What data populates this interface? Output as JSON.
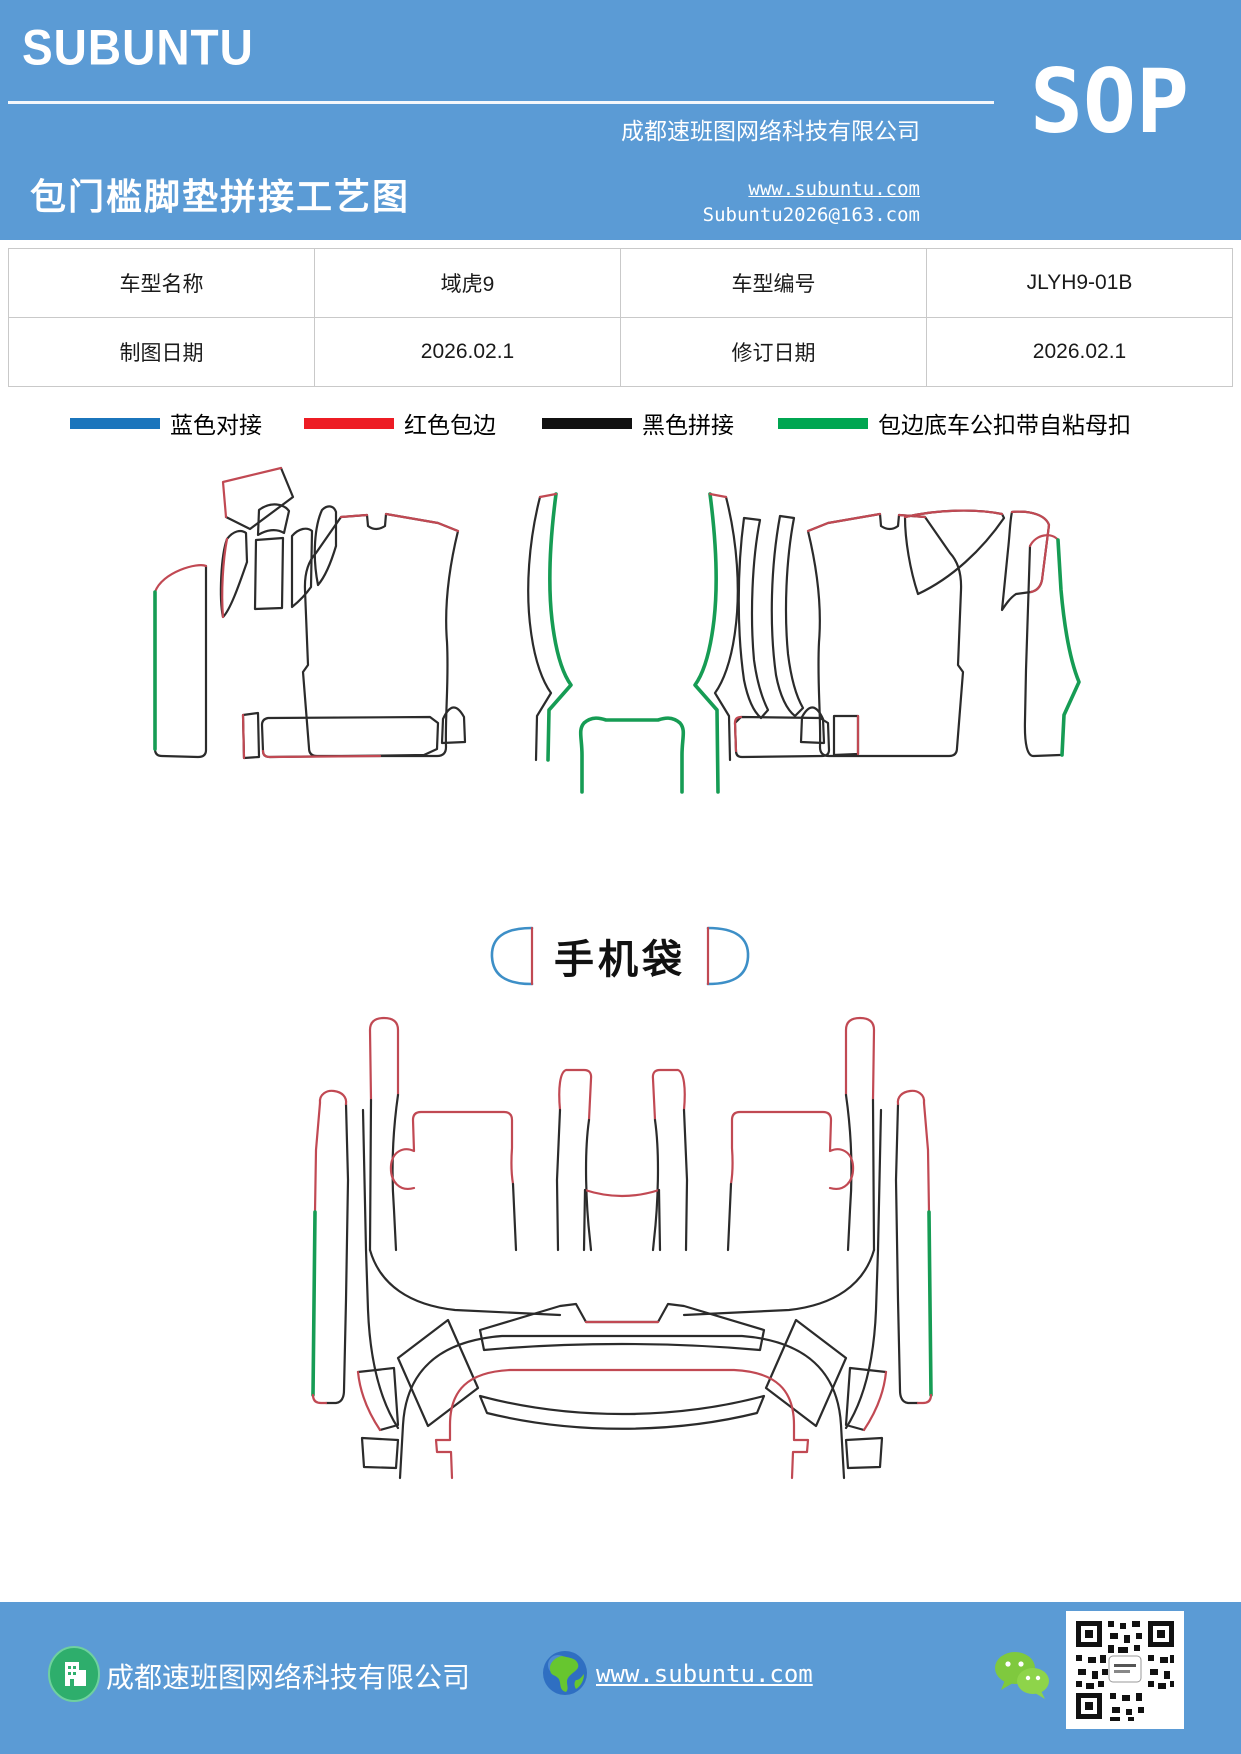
{
  "header": {
    "logo": "SUBUNTU",
    "sop": "SOP",
    "company": "成都速班图网络科技有限公司",
    "title": "包门槛脚垫拼接工艺图",
    "website": "www.subuntu.com",
    "email": "Subuntu2026@163.com"
  },
  "info_table": {
    "rows": [
      [
        "车型名称",
        "域虎9",
        "车型编号",
        "JLYH9-01B"
      ],
      [
        "制图日期",
        "2026.02.1",
        "修订日期",
        "2026.02.1"
      ]
    ]
  },
  "legend": {
    "items": [
      {
        "label": "蓝色对接",
        "color": "#1b75bc"
      },
      {
        "label": "红色包边",
        "color": "#ed1c24"
      },
      {
        "label": "黑色拼接",
        "color": "#111111"
      },
      {
        "label": "包边底车公扣带自粘母扣",
        "color": "#00a651"
      }
    ]
  },
  "diagram": {
    "phone_bag_label": "手机袋",
    "stroke_colors": {
      "outline_black": "#2b2b2b",
      "binding_red": "#c14953",
      "buckle_green": "#169c54",
      "joint_blue": "#3d8fc7"
    }
  },
  "footer": {
    "company": "成都速班图网络科技有限公司",
    "website": "www.subuntu.com"
  }
}
